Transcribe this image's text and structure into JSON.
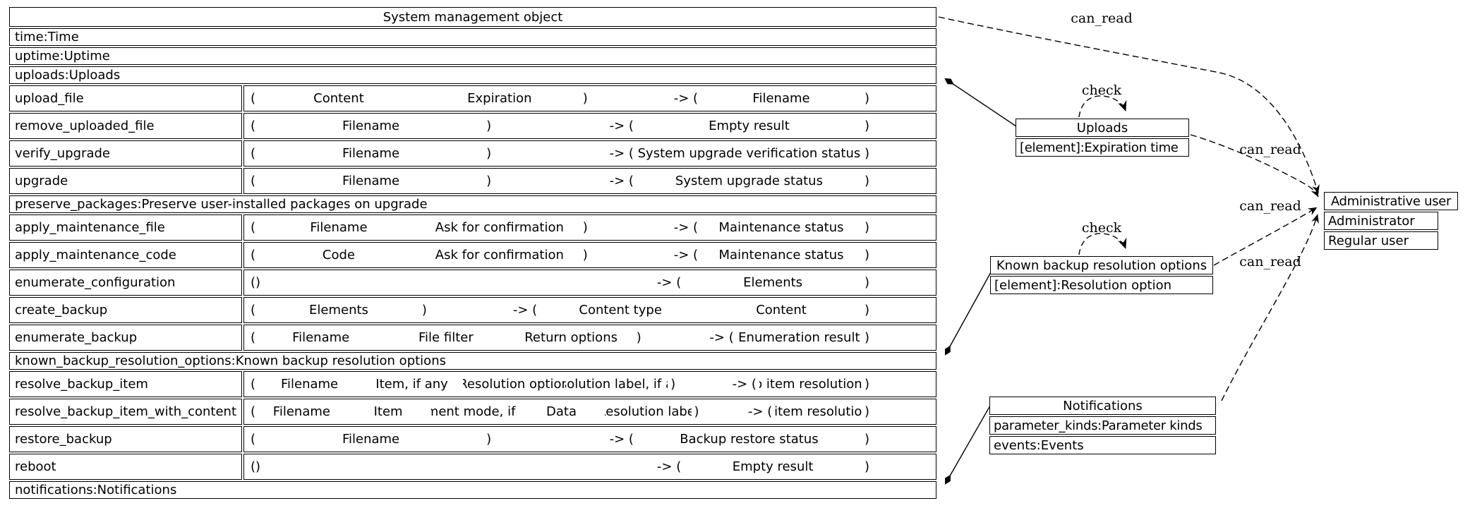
{
  "tokens": {
    "open": "(",
    "close": ")",
    "arrow": "->",
    "empty": "()"
  },
  "main_table": {
    "title": "System management object",
    "rows": [
      {
        "type": "attr",
        "text": "time:Time"
      },
      {
        "type": "attr",
        "text": "uptime:Uptime"
      },
      {
        "type": "attr",
        "text": "uploads:Uploads"
      },
      {
        "type": "method",
        "name": "upload_file",
        "args": [
          "Content",
          "Expiration"
        ],
        "results": [
          "Filename"
        ]
      },
      {
        "type": "method",
        "name": "remove_uploaded_file",
        "args": [
          "Filename"
        ],
        "results": [
          "Empty result"
        ]
      },
      {
        "type": "method",
        "name": "verify_upgrade",
        "args": [
          "Filename"
        ],
        "results": [
          "System upgrade verification status"
        ]
      },
      {
        "type": "method",
        "name": "upgrade",
        "args": [
          "Filename"
        ],
        "results": [
          "System upgrade status"
        ]
      },
      {
        "type": "attr",
        "text": "preserve_packages:Preserve user-installed packages on upgrade"
      },
      {
        "type": "method",
        "name": "apply_maintenance_file",
        "args": [
          "Filename",
          "Ask for confirmation"
        ],
        "results": [
          "Maintenance status"
        ]
      },
      {
        "type": "method",
        "name": "apply_maintenance_code",
        "args": [
          "Code",
          "Ask for confirmation"
        ],
        "results": [
          "Maintenance status"
        ]
      },
      {
        "type": "method",
        "name": "enumerate_configuration",
        "args": [],
        "results": [
          "Elements"
        ]
      },
      {
        "type": "method",
        "name": "create_backup",
        "args": [
          "Elements"
        ],
        "results": [
          "Content type",
          "Content"
        ]
      },
      {
        "type": "method",
        "name": "enumerate_backup",
        "args": [
          "Filename",
          "File filter",
          "Return options"
        ],
        "results": [
          "Enumeration result"
        ]
      },
      {
        "type": "attr",
        "text": "known_backup_resolution_options:Known backup resolution options"
      },
      {
        "type": "method",
        "name": "resolve_backup_item",
        "args": [
          "Filename",
          "Item, if any",
          "Resolution option",
          "Resolution label, if any"
        ],
        "results": [
          "Backup item resolution status"
        ]
      },
      {
        "type": "method",
        "name": "resolve_backup_item_with_content",
        "args": [
          "Filename",
          "Item",
          "Element mode, if any",
          "Data",
          "Resolution label"
        ],
        "results": [
          "Backup item resolution status"
        ]
      },
      {
        "type": "method",
        "name": "restore_backup",
        "args": [
          "Filename"
        ],
        "results": [
          "Backup restore status"
        ]
      },
      {
        "type": "method",
        "name": "reboot",
        "args": [],
        "results": [
          "Empty result"
        ]
      },
      {
        "type": "attr",
        "text": "notifications:Notifications"
      }
    ]
  },
  "nodes": [
    {
      "id": "uploads",
      "title": "Uploads",
      "rows": [
        "[element]:Expiration time"
      ]
    },
    {
      "id": "known_backup",
      "title": "Known backup resolution options",
      "rows": [
        "[element]:Resolution option"
      ]
    },
    {
      "id": "notifications",
      "title": "Notifications",
      "rows": [
        "parameter_kinds:Parameter kinds",
        "events:Events"
      ]
    },
    {
      "id": "admin",
      "title": "Administrative user",
      "rows": [
        "Administrator",
        "Regular user"
      ]
    }
  ],
  "edges": [
    {
      "from": "System management object",
      "to": "Administrative user",
      "label": "can_read",
      "style": "dashed"
    },
    {
      "from": "Uploads",
      "to": "Administrative user",
      "label": "can_read",
      "style": "dashed"
    },
    {
      "from": "Known backup resolution options",
      "to": "Administrative user",
      "label": "can_read",
      "style": "dashed"
    },
    {
      "from": "Notifications",
      "to": "Administrative user",
      "label": "can_read",
      "style": "dashed"
    },
    {
      "from": "Uploads",
      "to": "Uploads",
      "label": "check",
      "style": "dashed"
    },
    {
      "from": "Known backup resolution options",
      "to": "Known backup resolution options",
      "label": "check",
      "style": "dashed"
    },
    {
      "from": "System management object",
      "to": "Uploads",
      "kind": "composition",
      "style": "solid"
    },
    {
      "from": "System management object",
      "to": "Known backup resolution options",
      "kind": "composition",
      "style": "solid"
    },
    {
      "from": "System management object",
      "to": "Notifications",
      "kind": "composition",
      "style": "solid"
    }
  ]
}
